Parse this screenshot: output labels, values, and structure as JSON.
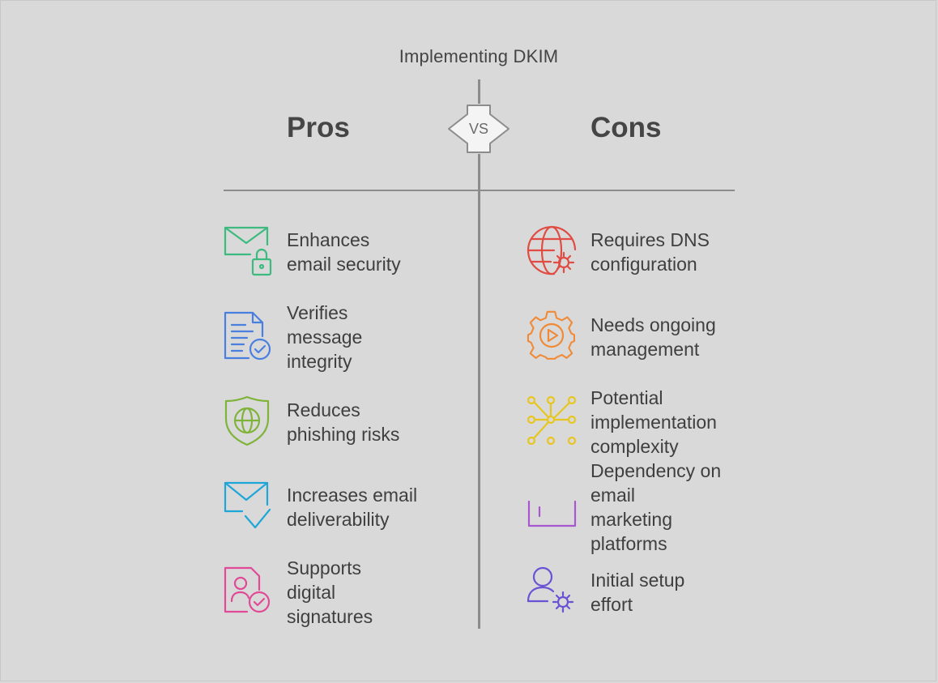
{
  "title": "Implementing DKIM",
  "vs_label": "VS",
  "pros": {
    "heading": "Pros",
    "items": [
      {
        "text": "Enhances\nemail security",
        "icon": "email-lock-icon",
        "color": "#3dbb7e"
      },
      {
        "text": "Verifies\nmessage\nintegrity",
        "icon": "document-check-icon",
        "color": "#4a7fe0"
      },
      {
        "text": "Reduces\nphishing risks",
        "icon": "shield-globe-icon",
        "color": "#7fb33a"
      },
      {
        "text": "Increases email\ndeliverability",
        "icon": "email-check-icon",
        "color": "#1fa6d8"
      },
      {
        "text": "Supports\ndigital\nsignatures",
        "icon": "signature-document-icon",
        "color": "#e04a96"
      }
    ]
  },
  "cons": {
    "heading": "Cons",
    "items": [
      {
        "text": "Requires DNS\nconfiguration",
        "icon": "globe-gear-icon",
        "color": "#e04c43"
      },
      {
        "text": "Needs ongoing\nmanagement",
        "icon": "gear-play-icon",
        "color": "#f08a36"
      },
      {
        "text": "Potential\nimplementation\ncomplexity",
        "icon": "network-nodes-icon",
        "color": "#e7c620"
      },
      {
        "text": "Dependency on\nemail\nmarketing\nplatforms",
        "icon": "frame-bracket-icon",
        "color": "#a757d0"
      },
      {
        "text": "Initial setup\neffort",
        "icon": "user-gear-icon",
        "color": "#6a52d4"
      }
    ]
  },
  "colors": {
    "background": "#d9d9d9",
    "divider": "#8c8c8c",
    "text": "#3f3f3f"
  }
}
